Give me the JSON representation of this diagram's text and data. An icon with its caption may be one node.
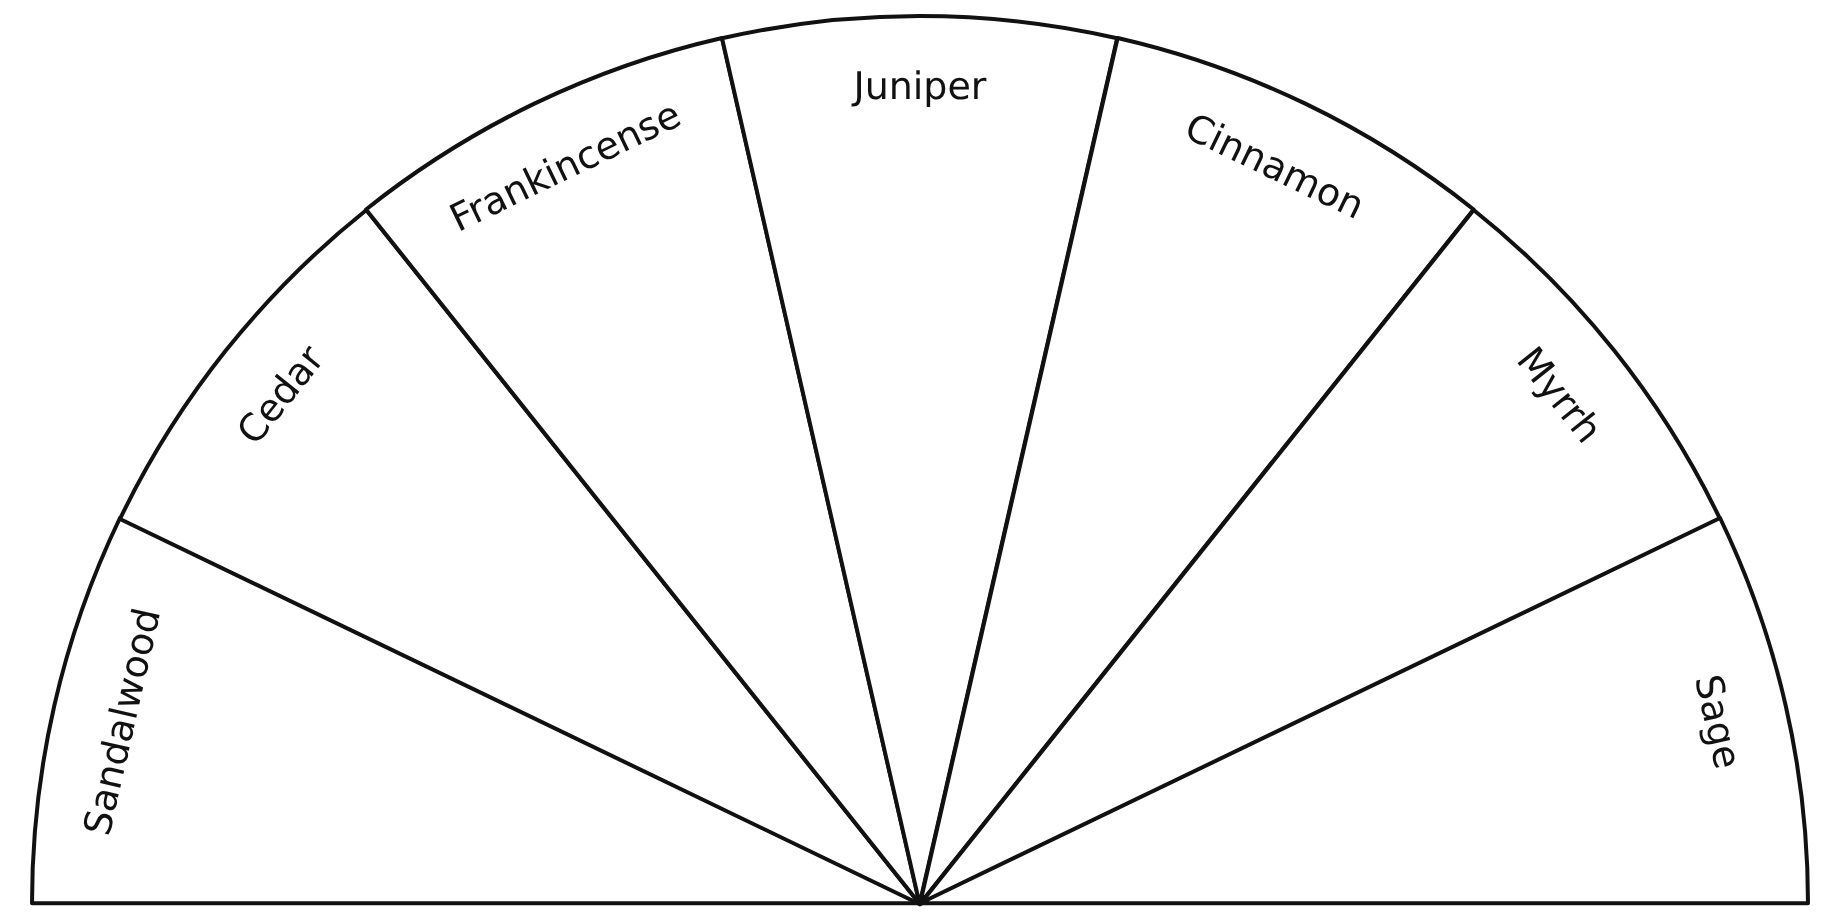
{
  "diagram": {
    "nodes": [
      {
        "text": [
          "Sandalwood"
        ]
      },
      {
        "text": [
          "Cedar"
        ]
      },
      {
        "text": [
          "Frankincense"
        ]
      },
      {
        "text": [
          "Juniper"
        ]
      },
      {
        "text": [
          "Cinnamon"
        ]
      },
      {
        "text": [
          "Myrrh"
        ]
      },
      {
        "text": [
          "Sage"
        ]
      }
    ]
  }
}
